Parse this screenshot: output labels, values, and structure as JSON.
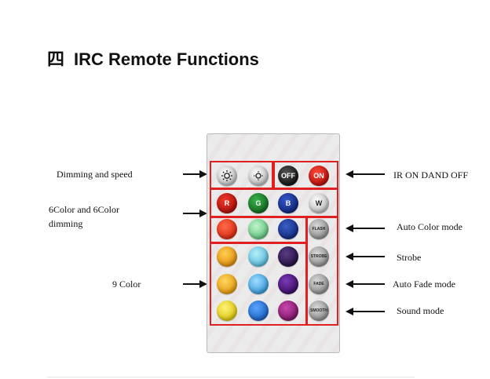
{
  "title": {
    "number": "四",
    "text": "IRC Remote Functions"
  },
  "labels": {
    "dimming_speed": "Dimming and speed",
    "six_color_line1": "6Color    and    6Color",
    "six_color_line2": "dimming",
    "nine_color": "9 Color",
    "ir_on_off": "IR ON DAND OFF",
    "auto_color": "Auto Color mode",
    "strobe": "Strobe",
    "auto_fade": "Auto Fade mode",
    "sound": "Sound mode"
  },
  "buttons": {
    "off": "OFF",
    "on": "ON",
    "r": "R",
    "g": "G",
    "b": "B",
    "w": "W",
    "flash": "FLASH",
    "strobe": "STROBE",
    "fade": "FADE",
    "smooth": "SMOOTH"
  },
  "colors": {
    "annotation_box": "#e02020",
    "red": "#e53a1c",
    "green": "#8ee0a4",
    "blue": "#1d3f9a",
    "orange1": "#f0a21a",
    "cyan1": "#74cfe6",
    "purple1": "#3a2560",
    "orange2": "#f3b222",
    "cyan2": "#5fb6ea",
    "purple2": "#5a1c8a",
    "yellow": "#f2df1c",
    "blue3": "#2a7ad6",
    "magenta": "#a3248c"
  }
}
